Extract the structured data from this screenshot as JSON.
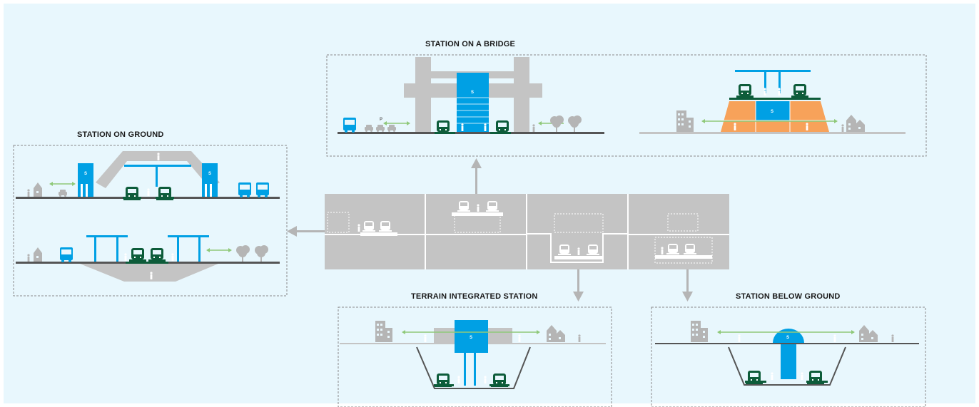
{
  "panels": {
    "bridge": {
      "title": "STATION ON A BRIDGE"
    },
    "ground": {
      "title": "STATION ON GROUND"
    },
    "terrain": {
      "title": "TERRAIN INTEGRATED STATION"
    },
    "below": {
      "title": "STATION BELOW GROUND"
    }
  },
  "labels": {
    "station_sign": "S",
    "parking_sign": "P"
  },
  "colors": {
    "background": "#e8f7fd",
    "station_blue": "#00a0e4",
    "train_green": "#0d5c3a",
    "connection_green": "#8fc97a",
    "structure_grey": "#c4c4c4",
    "building_grey": "#b5b5b5",
    "concourse_orange": "#f7a25a"
  },
  "icons": [
    "train-icon",
    "bus-icon",
    "car-icon",
    "tree-icon",
    "building-icon",
    "house-icon",
    "person-icon",
    "arrow-icon"
  ]
}
